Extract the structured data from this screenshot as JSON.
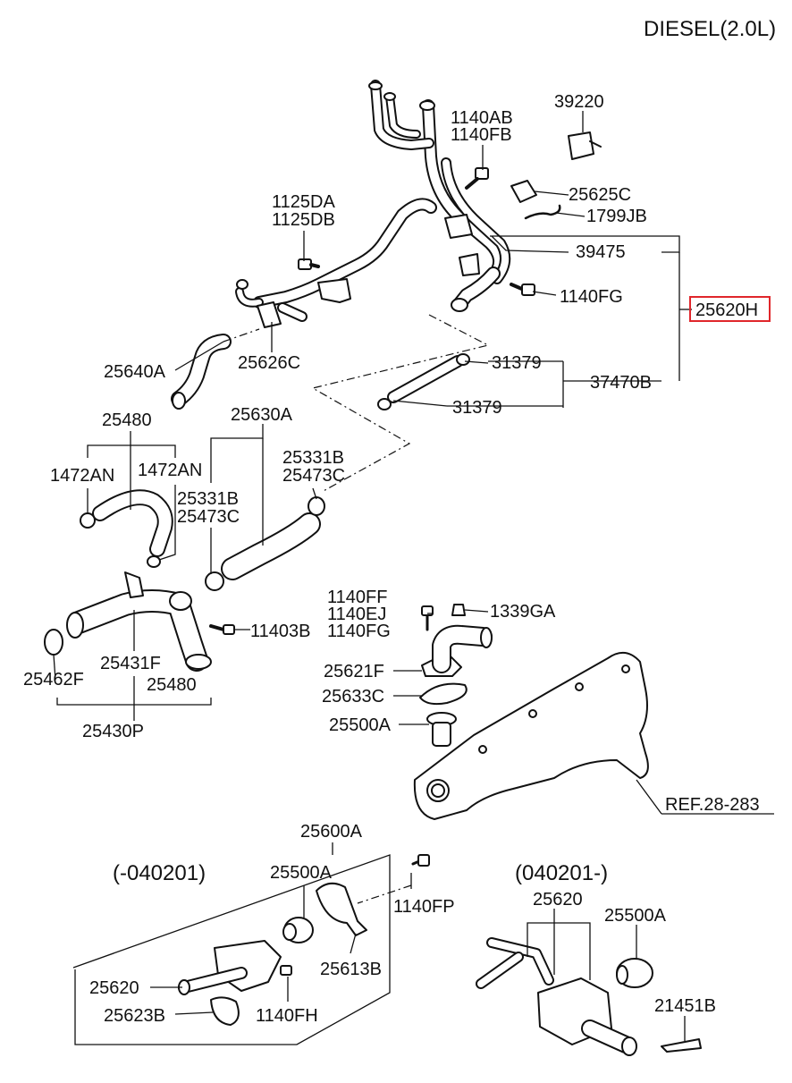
{
  "title": "DIESEL(2.0L)",
  "labels": {
    "p39220": "39220",
    "p1140AB": "1140AB",
    "p1140FB": "1140FB",
    "p25625C": "25625C",
    "p1799JB": "1799JB",
    "p1125DA": "1125DA",
    "p1125DB": "1125DB",
    "p39475": "39475",
    "p1140FG": "1140FG",
    "p25620H": "25620H",
    "p25626C": "25626C",
    "p25640A": "25640A",
    "p31379a": "31379",
    "p37470B": "37470B",
    "p31379b": "31379",
    "p25480top": "25480",
    "p25630A": "25630A",
    "p1472ANl": "1472AN",
    "p1472ANr": "1472AN",
    "p25331Br": "25331B",
    "p25473Cr": "25473C",
    "p25331Bl": "25331B",
    "p25473Cl": "25473C",
    "p11403B": "11403B",
    "p25431F": "25431F",
    "p25462F": "25462F",
    "p25480bot": "25480",
    "p25430P": "25430P",
    "p1140FF": "1140FF",
    "p1140EJ": "1140EJ",
    "p1140FGb": "1140FG",
    "p1339GA": "1339GA",
    "p25621F": "25621F",
    "p25633C": "25633C",
    "p25500Am": "25500A",
    "pREF": "REF.28-283",
    "p25600A": "25600A",
    "p040201a": "(-040201)",
    "p25500Al": "25500A",
    "p1140FP": "1140FP",
    "p25613B": "25613B",
    "p25620l": "25620",
    "p25623B": "25623B",
    "p1140FH": "1140FH",
    "p040201b": "(040201-)",
    "p25620r": "25620",
    "p25500Ar": "25500A",
    "p21451B": "21451B"
  },
  "highlight": {
    "label": "25620H",
    "color": "#e0262b"
  }
}
